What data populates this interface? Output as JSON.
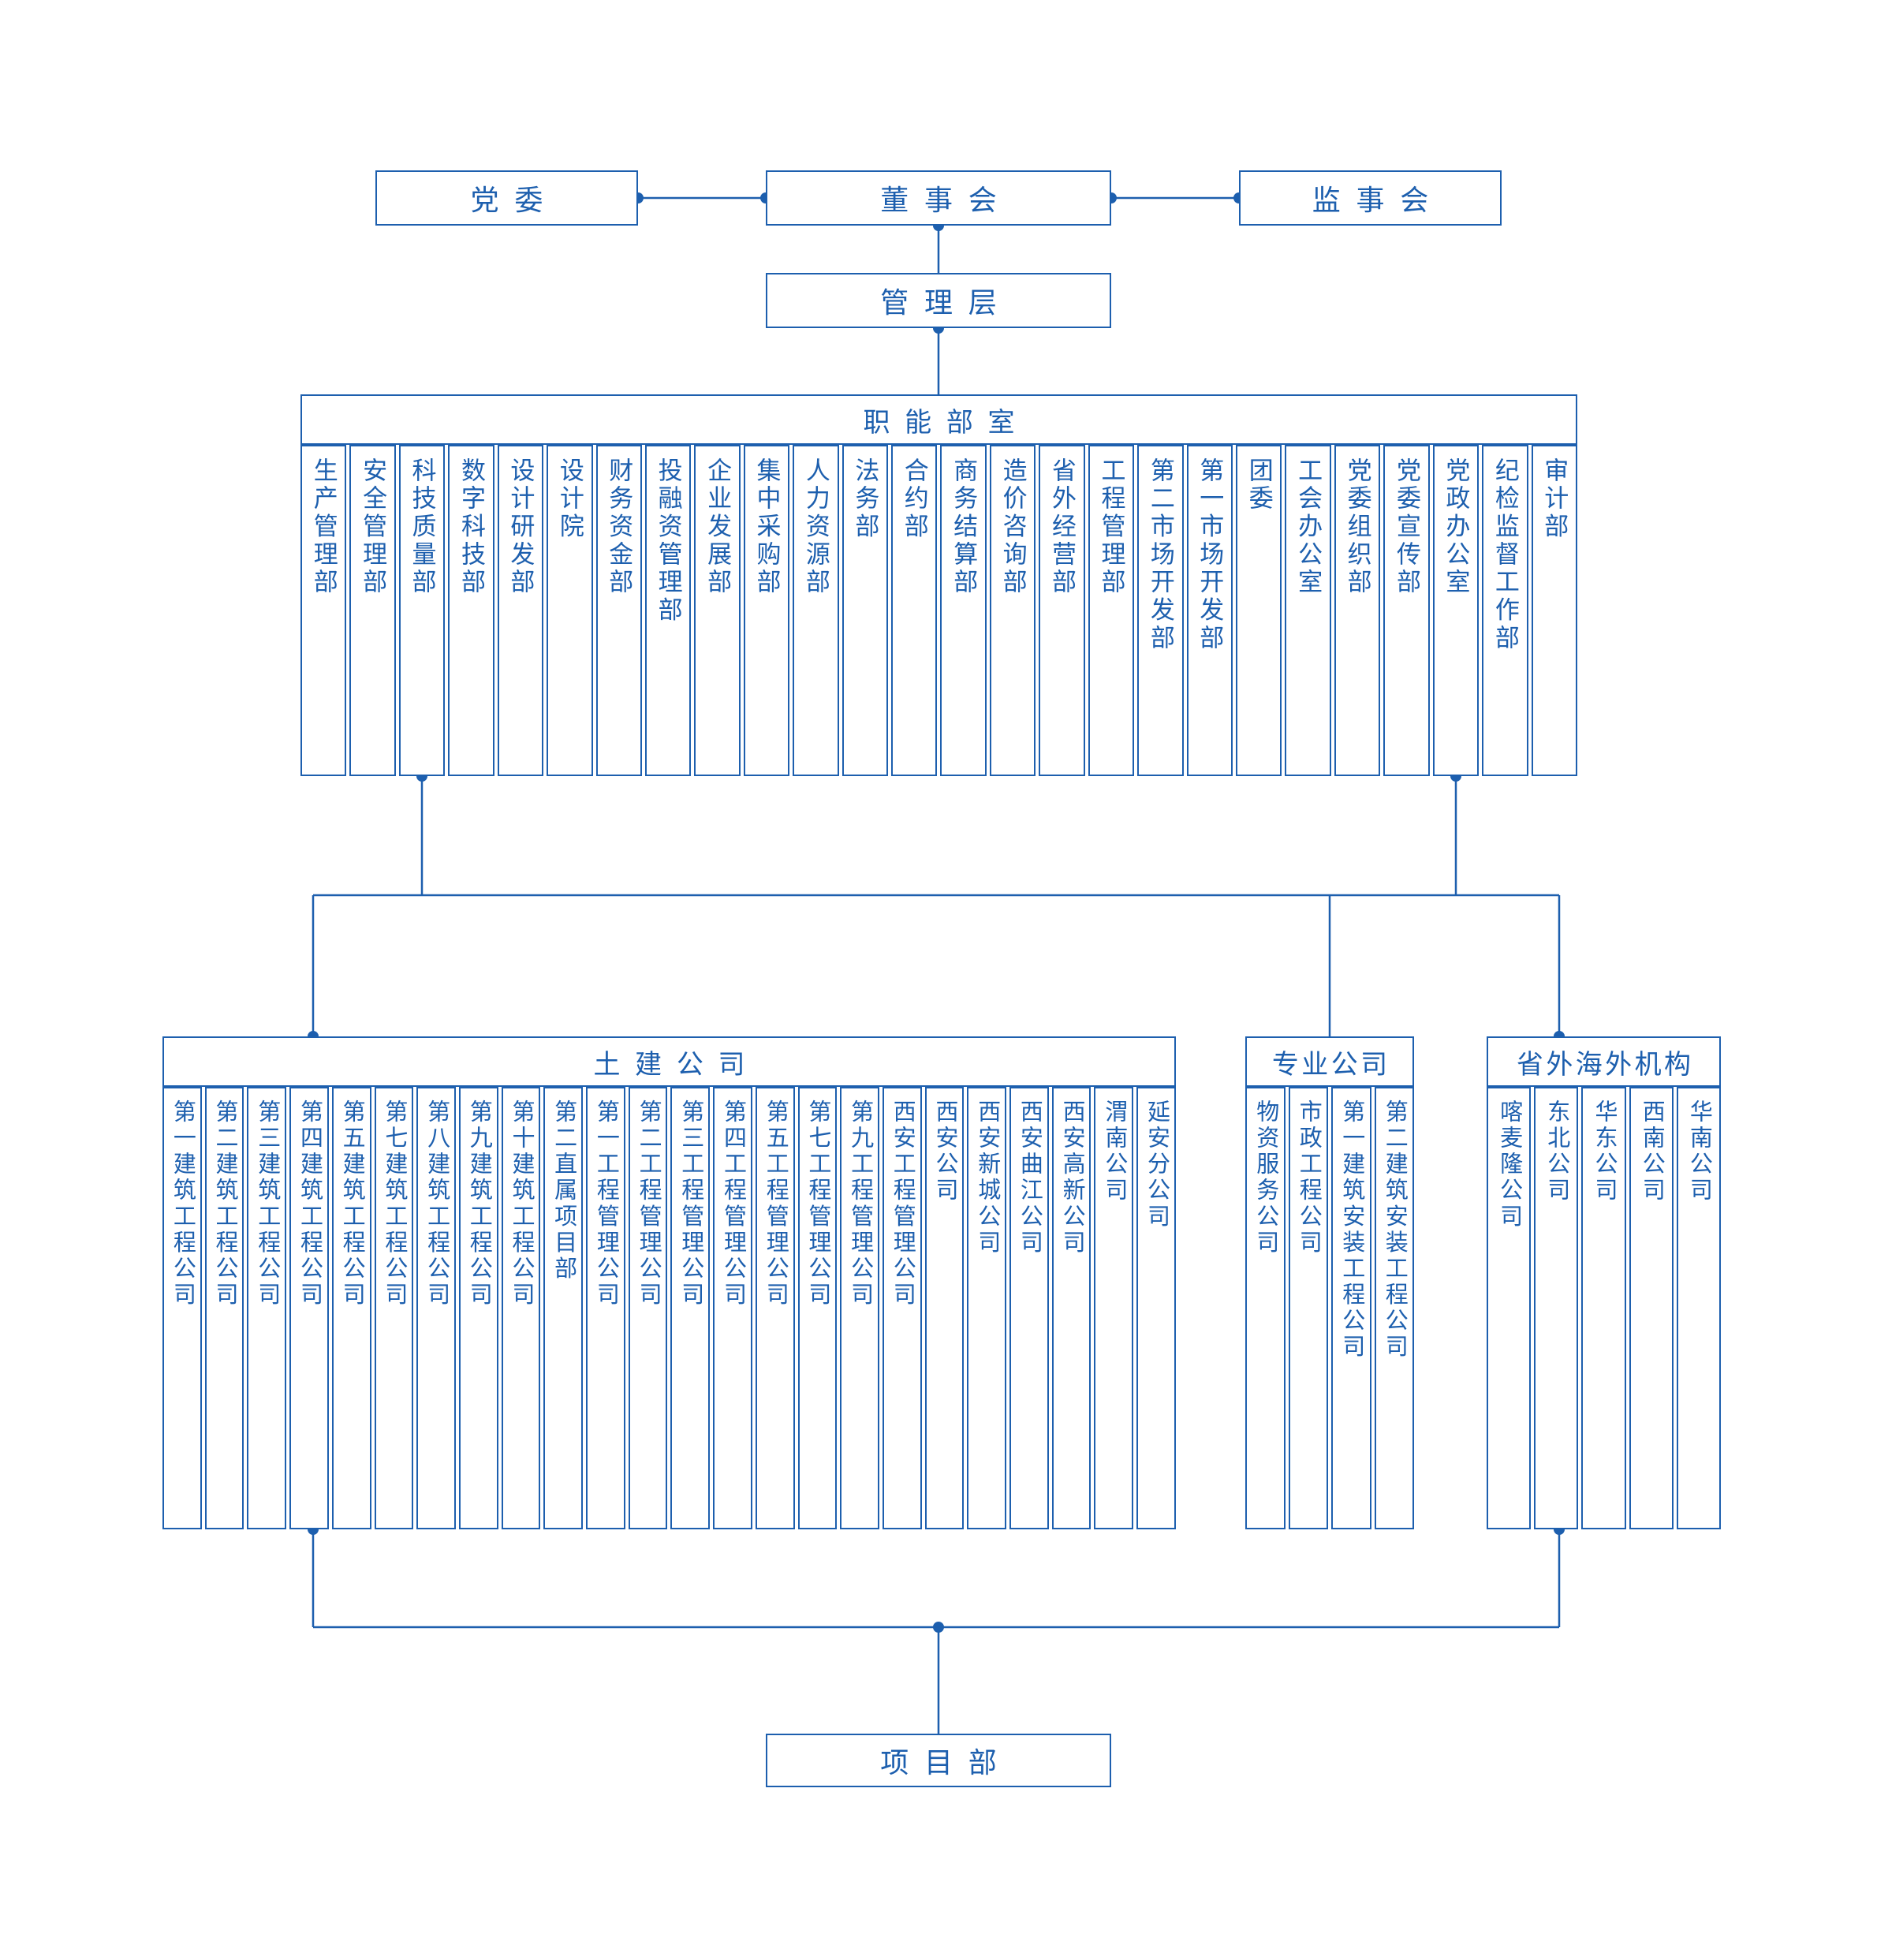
{
  "colors": {
    "primary_blue": "#1d5fae",
    "background": "#ffffff"
  },
  "top_nodes": {
    "party_committee": "党委",
    "board_of_directors": "董事会",
    "supervisory_board": "监事会",
    "management_layer": "管理层"
  },
  "functional": {
    "title": "职能部室",
    "departments": [
      "生产管理部",
      "安全管理部",
      "科技质量部",
      "数字科技部",
      "设计研发部",
      "设计院",
      "财务资金部",
      "投融资管理部",
      "企业发展部",
      "集中采购部",
      "人力资源部",
      "法务部",
      "合约部",
      "商务结算部",
      "造价咨询部",
      "省外经营部",
      "工程管理部",
      "第二市场开发部",
      "第一市场开发部",
      "团委",
      "工会办公室",
      "党委组织部",
      "党委宣传部",
      "党政办公室",
      "纪检监督工作部",
      "审计部"
    ]
  },
  "civil_group": {
    "title": "土建公司",
    "companies": [
      "第一建筑工程公司",
      "第二建筑工程公司",
      "第三建筑工程公司",
      "第四建筑工程公司",
      "第五建筑工程公司",
      "第七建筑工程公司",
      "第八建筑工程公司",
      "第九建筑工程公司",
      "第十建筑工程公司",
      "第二直属项目部",
      "第一工程管理公司",
      "第二工程管理公司",
      "第三工程管理公司",
      "第四工程管理公司",
      "第五工程管理公司",
      "第七工程管理公司",
      "第九工程管理公司",
      "西安工程管理公司",
      "西安公司",
      "西安新城公司",
      "西安曲江公司",
      "西安高新公司",
      "渭南公司",
      "延安分公司"
    ]
  },
  "specialized_group": {
    "title": "专业公司",
    "companies": [
      "物资服务公司",
      "市政工程公司",
      "第一建筑安装工程公司",
      "第二建筑安装工程公司"
    ]
  },
  "overseas_group": {
    "title": "省外海外机构",
    "companies": [
      "喀麦隆公司",
      "东北公司",
      "华东公司",
      "西南公司",
      "华南公司"
    ]
  },
  "project_department": "项目部"
}
